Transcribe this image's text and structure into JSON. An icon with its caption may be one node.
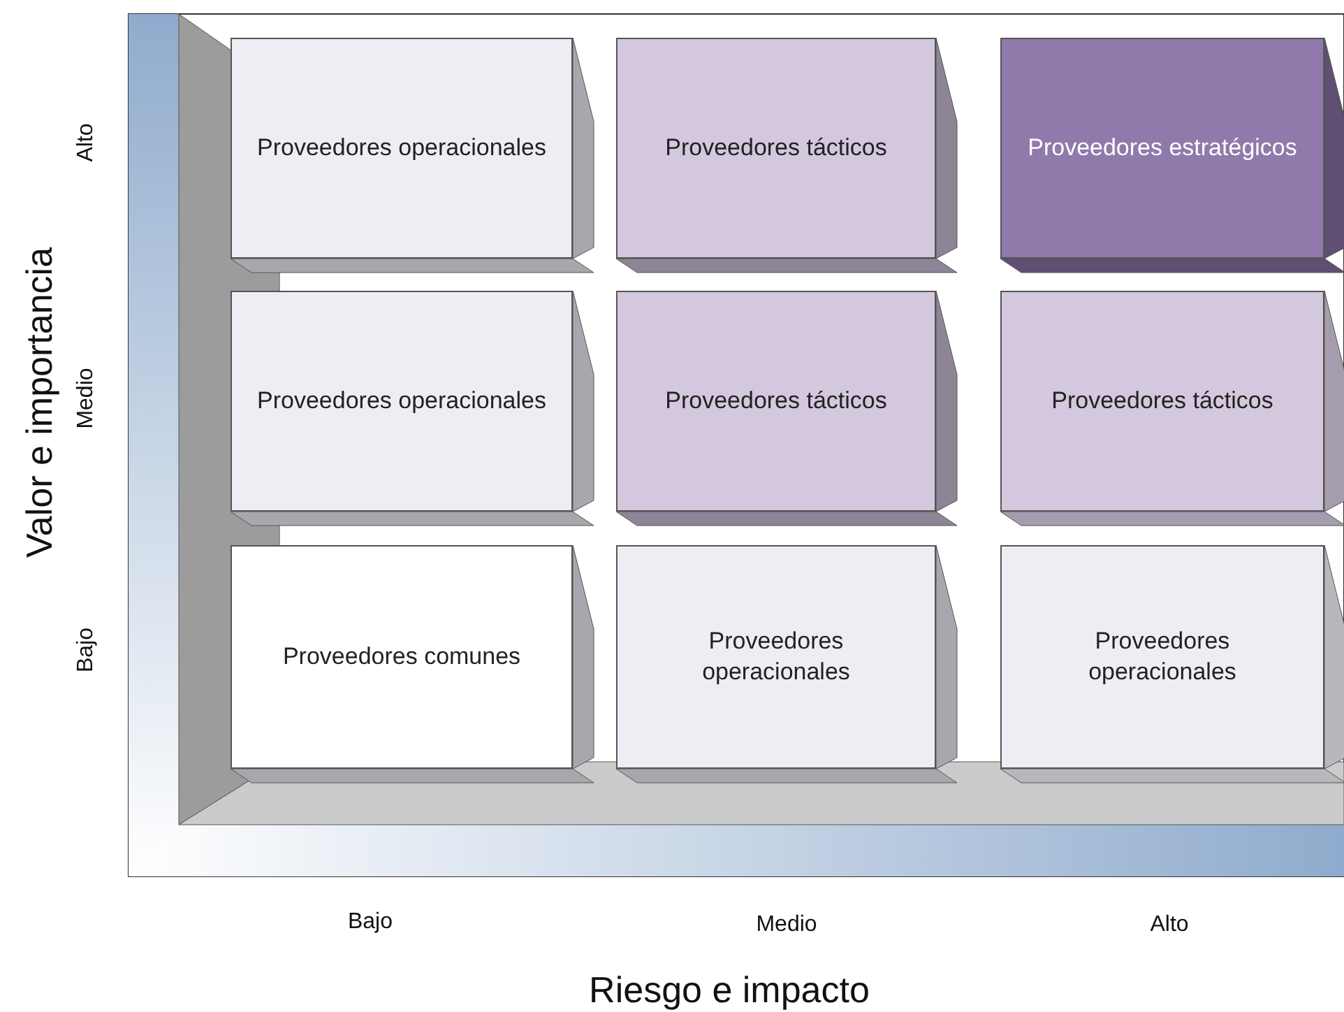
{
  "diagram": {
    "nodes": [
      {
        "text": [
          "Proveedores operacionales"
        ]
      },
      {
        "text": [
          "Proveedores tácticos"
        ]
      },
      {
        "text": [
          "Proveedores estratégicos"
        ]
      },
      {
        "text": [
          "Proveedores operacionales"
        ]
      },
      {
        "text": [
          "Proveedores tácticos"
        ]
      },
      {
        "text": [
          "Proveedores tácticos"
        ]
      },
      {
        "text": [
          "Proveedores comunes"
        ]
      },
      {
        "text": [
          "Proveedores operacionales"
        ]
      },
      {
        "text": [
          "Proveedores operacionales"
        ]
      }
    ],
    "labels": [
      "Valor e importancia",
      "Alto",
      "Medio",
      "Bajo",
      "Bajo",
      "Medio",
      "Alto",
      "Riesgo e impacto"
    ]
  }
}
